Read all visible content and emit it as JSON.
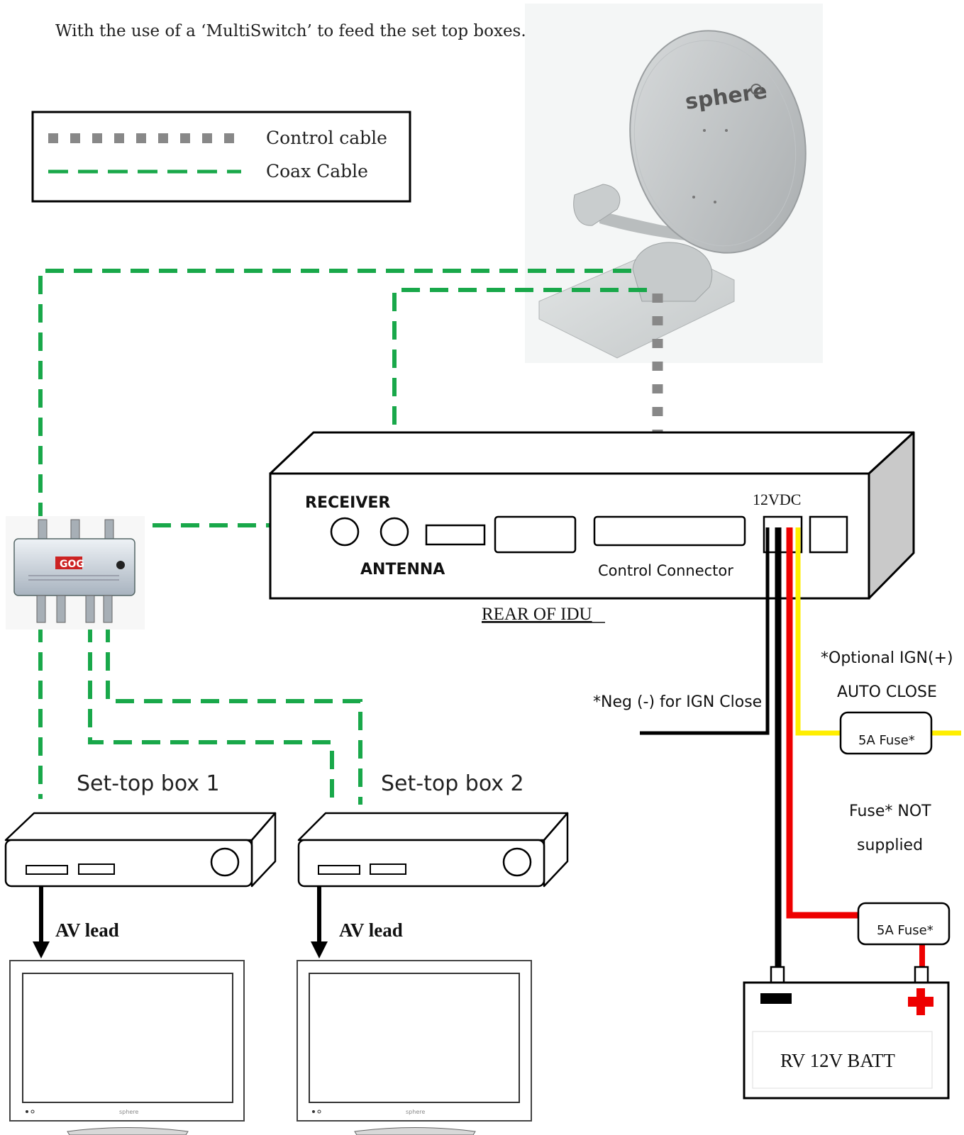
{
  "intro": "With the use of a ‘MultiSwitch’ to feed the set top boxes.",
  "legend": {
    "control_label": "Control cable",
    "coax_label": "Coax Cable"
  },
  "dish": {
    "brand": "sphere"
  },
  "multiswitch": {
    "brand": "GOG"
  },
  "idu": {
    "receiver_label": "RECEIVER",
    "antenna_label": "ANTENNA",
    "control_connector_label": "Control Connector",
    "power_label": "12VDC",
    "caption": "REAR OF IDU"
  },
  "wiring": {
    "optional_ign_label": "*Optional IGN(+)",
    "auto_close_label": "AUTO CLOSE",
    "neg_ign_label": "*Neg (-) for IGN Close",
    "fuse_top_label": "5A Fuse*",
    "fuse_note_line1": "Fuse* NOT",
    "fuse_note_line2": "supplied",
    "fuse_bottom_label": "5A Fuse*",
    "battery_label": "RV 12V BATT"
  },
  "set_top_boxes": [
    {
      "label": "Set-top box 1",
      "av_lead": "AV lead"
    },
    {
      "label": "Set-top box 2",
      "av_lead": "AV lead"
    }
  ],
  "tv_brand": "sphere",
  "colors": {
    "coax": "#19a84a",
    "control": "#888888",
    "neg_wire": "#000000",
    "pos_wire": "#ee0000",
    "ign_wire": "#ffee00"
  }
}
